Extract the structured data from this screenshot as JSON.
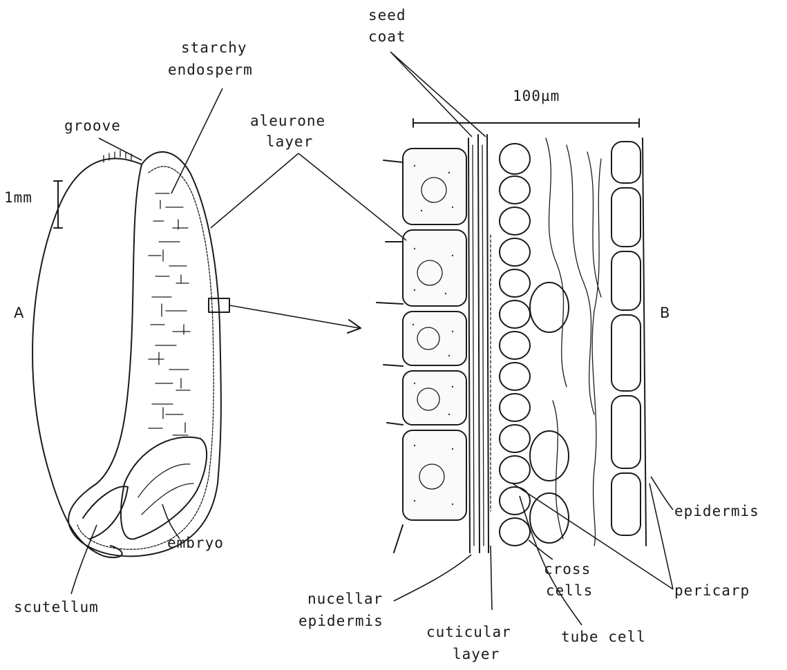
{
  "panels": {
    "a": "A",
    "b": "B"
  },
  "scale_bars": {
    "grain": "1mm",
    "tissue": "100µm"
  },
  "labels": {
    "seed_coat": [
      "seed",
      "coat"
    ],
    "starchy_endosperm": [
      "starchy",
      "endosperm"
    ],
    "groove": "groove",
    "aleurone_layer": [
      "aleurone",
      "layer"
    ],
    "embryo": "embryo",
    "scutellum": "scutellum",
    "epidermis": "epidermis",
    "cross_cells": [
      "cross",
      "cells"
    ],
    "pericarp": "pericarp",
    "nucellar_epidermis": [
      "nucellar",
      "epidermis"
    ],
    "cuticular_layer": [
      "cuticular",
      "layer"
    ],
    "tube_cell": "tube cell"
  }
}
